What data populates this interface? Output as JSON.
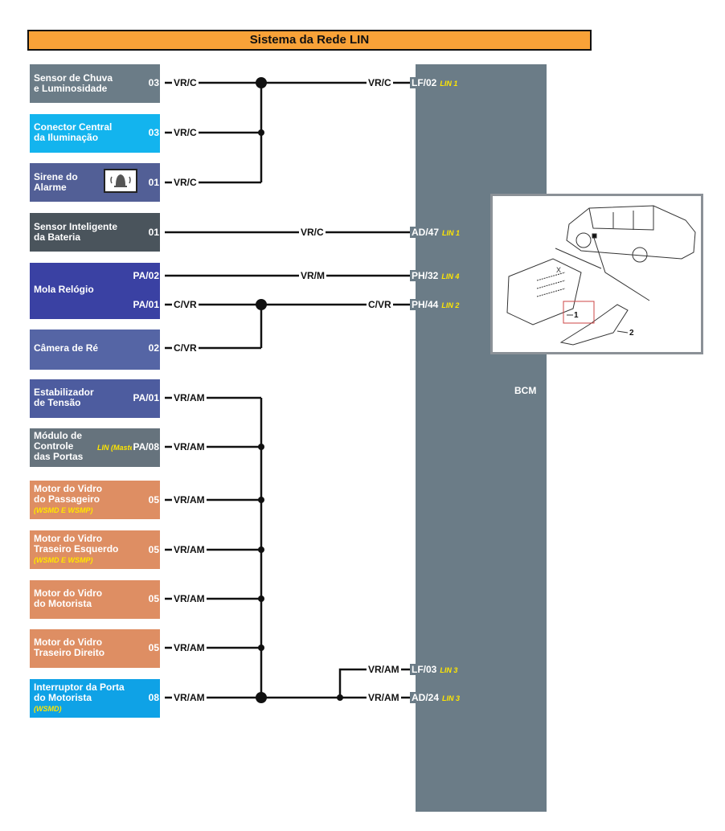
{
  "title": "Sistema da Rede LIN",
  "bcm": {
    "label": "BCM",
    "color": "#6b7c87"
  },
  "components": [
    {
      "id": "sensor-chuva",
      "name": "Sensor de Chuva\ne Luminosidade",
      "color": "#6b7c87",
      "pins": [
        {
          "pin": "03",
          "wire": "VR/C"
        }
      ]
    },
    {
      "id": "conector-iluminacao",
      "name": "Conector Central\nda Iluminação",
      "color": "#13b4ee",
      "pins": [
        {
          "pin": "03",
          "wire": "VR/C"
        }
      ]
    },
    {
      "id": "sirene-alarme",
      "name": "Sirene do\nAlarme",
      "color": "#525f96",
      "icon": "alarm-bell-icon",
      "pins": [
        {
          "pin": "01",
          "wire": "VR/C"
        }
      ]
    },
    {
      "id": "sensor-bateria",
      "name": "Sensor Inteligente\nda Bateria",
      "color": "#4a545c",
      "pins": [
        {
          "pin": "01",
          "wire": "VR/C"
        }
      ]
    },
    {
      "id": "mola-relogio",
      "name": "Mola Relógio",
      "color": "#3a41a3",
      "pins": [
        {
          "pin": "PA/02",
          "wire": "VR/M"
        },
        {
          "pin": "PA/01",
          "wire": "C/VR"
        }
      ]
    },
    {
      "id": "camera-re",
      "name": "Câmera de Ré",
      "color": "#5565a5",
      "pins": [
        {
          "pin": "02",
          "wire": "C/VR"
        }
      ]
    },
    {
      "id": "estabilizador",
      "name": "Estabilizador\nde Tensão",
      "color": "#4d5c9f",
      "pins": [
        {
          "pin": "PA/01",
          "wire": "VR/AM"
        }
      ]
    },
    {
      "id": "modulo-portas",
      "name": "Módulo de\nControle\ndas Portas",
      "color": "#66737d",
      "note_inline": "LIN (Master)",
      "pins": [
        {
          "pin": "PA/08",
          "wire": "VR/AM"
        }
      ]
    },
    {
      "id": "vidro-passageiro",
      "name": "Motor do Vidro\ndo Passageiro",
      "color": "#de8e63",
      "note": "(WSMD E WSMP)",
      "pins": [
        {
          "pin": "05",
          "wire": "VR/AM"
        }
      ]
    },
    {
      "id": "vidro-traseiro-esq",
      "name": "Motor do Vidro\nTraseiro Esquerdo",
      "color": "#de8e63",
      "note": "(WSMD E WSMP)",
      "pins": [
        {
          "pin": "05",
          "wire": "VR/AM"
        }
      ]
    },
    {
      "id": "vidro-motorista",
      "name": "Motor do Vidro\ndo Motorista",
      "color": "#de8e63",
      "pins": [
        {
          "pin": "05",
          "wire": "VR/AM"
        }
      ]
    },
    {
      "id": "vidro-traseiro-dir",
      "name": "Motor do Vidro\nTraseiro Direito",
      "color": "#de8e63",
      "pins": [
        {
          "pin": "05",
          "wire": "VR/AM"
        }
      ]
    },
    {
      "id": "interruptor-porta",
      "name": "Interruptor da Porta\ndo Motorista",
      "color": "#0fa2e6",
      "note": "(WSMD)",
      "pins": [
        {
          "pin": "08",
          "wire": "VR/AM"
        }
      ]
    }
  ],
  "bcm_pins": [
    {
      "pin": "LF/02",
      "lin": "LIN 1",
      "wire": "VR/C"
    },
    {
      "pin": "AD/47",
      "lin": "LIN 1",
      "wire": "VR/C"
    },
    {
      "pin": "PH/32",
      "lin": "LIN 4",
      "wire": "VR/M"
    },
    {
      "pin": "PH/44",
      "lin": "LIN 2",
      "wire": "C/VR"
    },
    {
      "pin": "LF/03",
      "lin": "LIN 3",
      "wire": "VR/AM"
    },
    {
      "pin": "AD/24",
      "lin": "LIN 3",
      "wire": "VR/AM"
    }
  ],
  "illustration": {
    "callouts": [
      "1",
      "2"
    ],
    "marker": "X"
  }
}
